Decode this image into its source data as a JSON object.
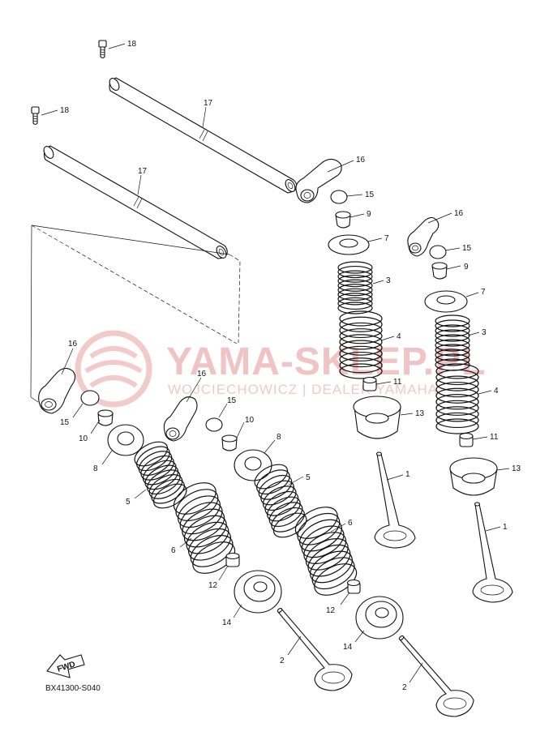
{
  "watermark": {
    "brand": "YAMA-SKLEP.PL",
    "tagline": "WOJCIECHOWICZ | DEALER YAMAHA",
    "color": "#e8a0a0"
  },
  "diagram_code": "BX41300-S040",
  "fwd_label": "FWD",
  "callouts": {
    "c18a": "18",
    "c18b": "18",
    "c17a": "17",
    "c17b": "17",
    "c16a": "16",
    "c16b": "16",
    "c16c": "16",
    "c16d": "16",
    "c15a": "15",
    "c15b": "15",
    "c15c": "15",
    "c15d": "15",
    "c9a": "9",
    "c9b": "9",
    "c7a": "7",
    "c7b": "7",
    "c3a": "3",
    "c3b": "3",
    "c4a": "4",
    "c4b": "4",
    "c11a": "11",
    "c11b": "11",
    "c13a": "13",
    "c13b": "13",
    "c1a": "1",
    "c1b": "1",
    "c10a": "10",
    "c10b": "10",
    "c8a": "8",
    "c8b": "8",
    "c5a": "5",
    "c5b": "5",
    "c6a": "6",
    "c6b": "6",
    "c12a": "12",
    "c12b": "12",
    "c14a": "14",
    "c14b": "14",
    "c2a": "2",
    "c2b": "2"
  }
}
